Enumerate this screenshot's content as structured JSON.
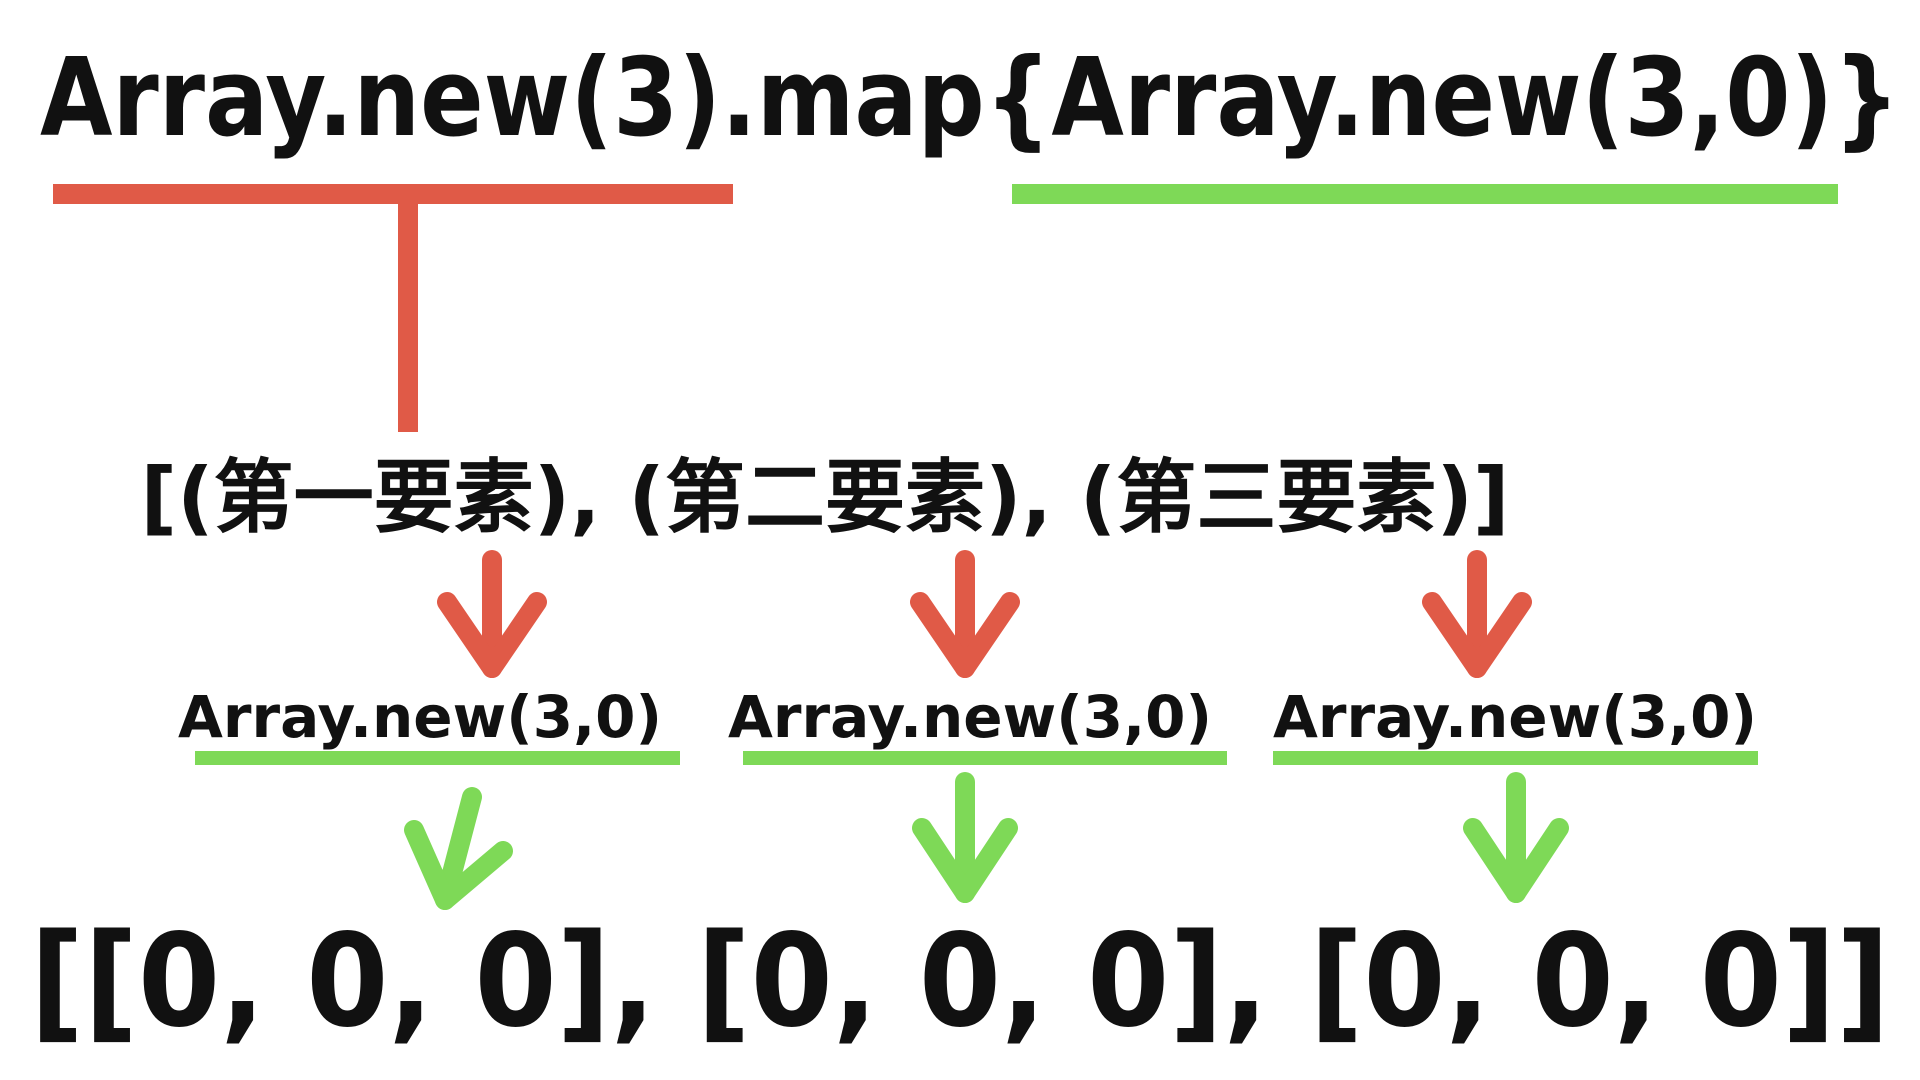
{
  "colors": {
    "outer_accent": "#e05a47",
    "inner_accent": "#7ed957",
    "text": "#111111",
    "background": "#ffffff"
  },
  "top_expression": {
    "outer_part": "Array.new(3).map{",
    "inner_part": "Array.new(3,0)",
    "closing_brace": "}"
  },
  "elements_line": "[(第一要素), (第二要素), (第三要素)]",
  "element_expressions": [
    "Array.new(3,0)",
    "Array.new(3,0)",
    "Array.new(3,0)"
  ],
  "result_line": "[[0, 0, 0], [0, 0, 0], [0, 0, 0]]"
}
